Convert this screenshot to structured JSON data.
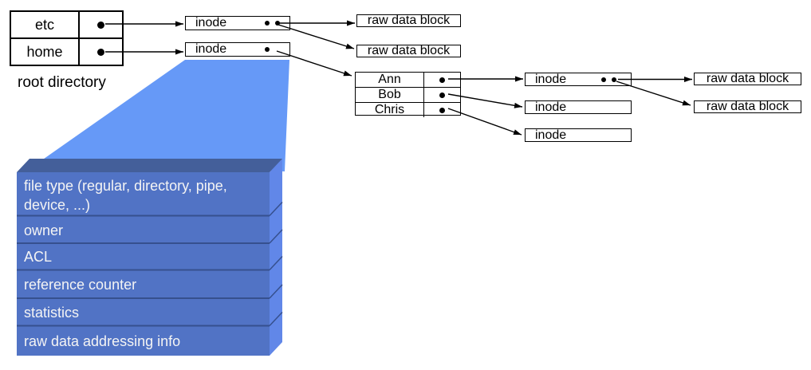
{
  "colors": {
    "funnel": "#6699f7",
    "slab_front": "#5173c5",
    "slab_side": "#6187e8",
    "slab_top": "#445f9a",
    "slab_separator": "#36508e",
    "line": "#000000"
  },
  "root_directory": {
    "caption": "root directory",
    "entries": [
      {
        "name": "etc"
      },
      {
        "name": "home"
      }
    ]
  },
  "root_inodes": [
    {
      "label": "inode"
    },
    {
      "label": "inode"
    }
  ],
  "root_raw_blocks": [
    {
      "label": "raw data block"
    },
    {
      "label": "raw data block"
    }
  ],
  "home_directory": {
    "entries": [
      {
        "name": "Ann"
      },
      {
        "name": "Bob"
      },
      {
        "name": "Chris"
      }
    ]
  },
  "user_inodes": [
    {
      "label": "inode"
    },
    {
      "label": "inode"
    },
    {
      "label": "inode"
    }
  ],
  "user_raw_blocks": [
    {
      "label": "raw data block"
    },
    {
      "label": "raw data block"
    }
  ],
  "inode_detail": {
    "fields": [
      "file type (regular, directory, pipe, device, ...)",
      "owner",
      "ACL",
      "reference counter",
      "statistics",
      "raw data addressing info"
    ]
  }
}
